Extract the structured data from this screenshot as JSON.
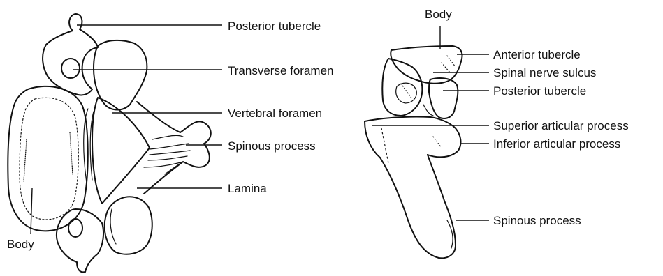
{
  "labels": {
    "left": {
      "posterior_tubercle": "Posterior tubercle",
      "transverse_foramen": "Transverse foramen",
      "vertebral_foramen": "Vertebral foramen",
      "spinous_process": "Spinous process",
      "lamina": "Lamina",
      "body": "Body"
    },
    "right": {
      "body": "Body",
      "anterior_tubercle": "Anterior tubercle",
      "spinal_nerve_sulcus": "Spinal nerve sulcus",
      "posterior_tubercle": "Posterior tubercle",
      "superior_articular_process": "Superior articular process",
      "inferior_articular_process": "Inferior articular process",
      "spinous_process": "Spinous process"
    }
  }
}
